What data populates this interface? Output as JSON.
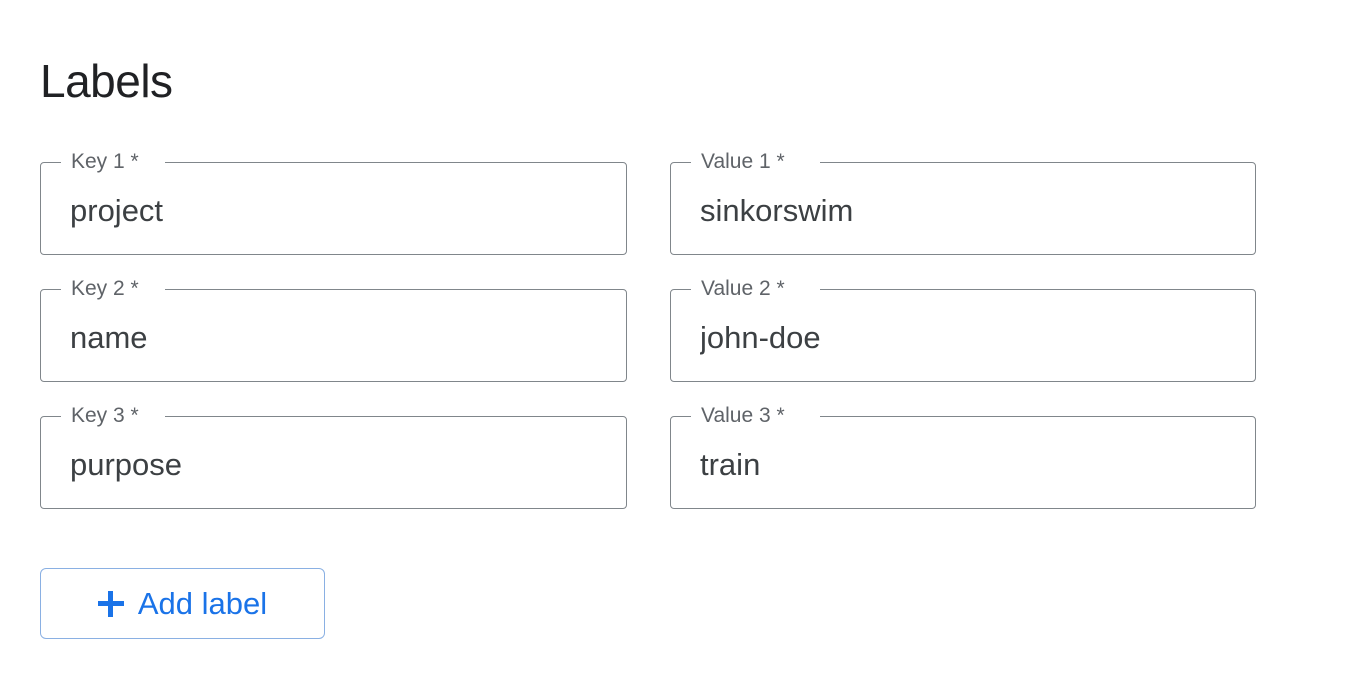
{
  "page": {
    "title": "Labels",
    "background_color": "#ffffff",
    "title_color": "#202124"
  },
  "colors": {
    "accent_blue": "#1a73e8",
    "button_border_blue": "#8ab0e3",
    "field_border": "#80868b",
    "field_label_text": "#5f6368",
    "field_value_text": "#3c4043"
  },
  "labels_form": {
    "rows": [
      {
        "key": {
          "label": "Key 1 *",
          "value": "project",
          "placeholder": "",
          "required": true
        },
        "value": {
          "label": "Value 1 *",
          "value": "sinkorswim",
          "placeholder": "",
          "required": true
        }
      },
      {
        "key": {
          "label": "Key 2 *",
          "value": "name",
          "placeholder": "",
          "required": true
        },
        "value": {
          "label": "Value 2 *",
          "value": "john-doe",
          "placeholder": "",
          "required": true
        }
      },
      {
        "key": {
          "label": "Key 3 *",
          "value": "purpose",
          "placeholder": "",
          "required": true
        },
        "value": {
          "label": "Value 3 *",
          "value": "train",
          "placeholder": "",
          "required": true
        }
      }
    ]
  },
  "add_label_button": {
    "label": "Add label",
    "icon": "plus-icon"
  }
}
